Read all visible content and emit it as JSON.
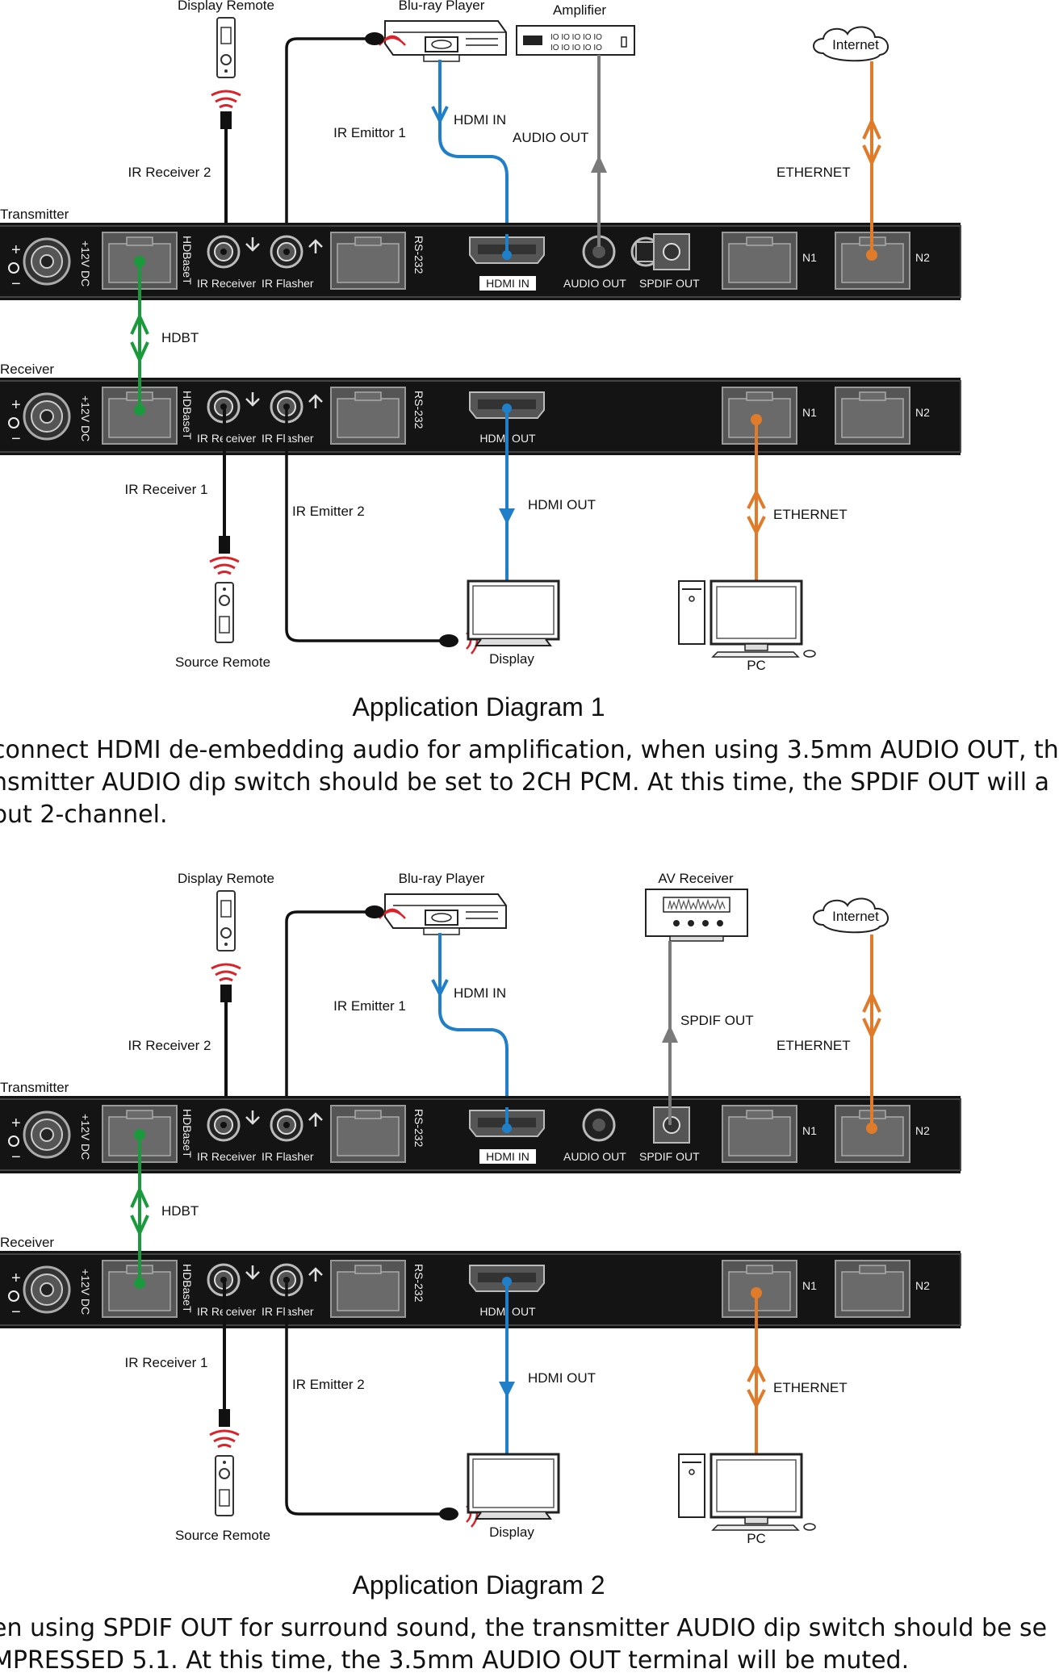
{
  "diagram1": {
    "labels": {
      "display_remote": "Display Remote",
      "bluray": "Blu-ray Player",
      "amplifier": "Amplifier",
      "internet": "Internet",
      "ir_emitter1": "IR Emittor 1",
      "hdmi_in": "HDMI IN",
      "audio_out": "AUDIO OUT",
      "ir_receiver2": "IR Receiver 2",
      "ethernet_top": "ETHERNET",
      "transmitter": "Transmitter",
      "hdbt": "HDBT",
      "receiver": "Receiver",
      "ir_receiver1": "IR Receiver 1",
      "ir_emitter2": "IR Emitter 2",
      "hdmi_out": "HDMI OUT",
      "ethernet_bottom": "ETHERNET",
      "source_remote": "Source Remote",
      "display": "Display",
      "pc": "PC"
    },
    "caption": "Application Diagram 1"
  },
  "panel": {
    "dc": "+12V DC",
    "hdbaset": "HDBaseT",
    "ir_receiver": "IR Receiver",
    "ir_flasher": "IR Flasher",
    "rs232": "RS-232",
    "hdmi_in": "HDMI IN",
    "hdmi_out": "HDMI OUT",
    "audio_out": "AUDIO OUT",
    "spdif_out": "SPDIF OUT",
    "n1": "N1",
    "n2": "N2"
  },
  "paragraph1": {
    "line1": "connect HDMI de-embedding audio for amplification, when using 3.5mm AUDIO OUT, th",
    "line2": "nsmitter AUDIO dip switch should be set to 2CH PCM. At this time, the SPDIF OUT will a",
    "line3": "put 2-channel."
  },
  "diagram2": {
    "labels": {
      "display_remote": "Display Remote",
      "bluray": "Blu-ray Player",
      "av_receiver": "AV Receiver",
      "internet": "Internet",
      "ir_emitter1": "IR Emitter 1",
      "hdmi_in": "HDMI IN",
      "spdif_out": "SPDIF OUT",
      "ir_receiver2": "IR Receiver 2",
      "ethernet_top": "ETHERNET",
      "transmitter": "Transmitter",
      "hdbt": "HDBT",
      "receiver": "Receiver",
      "ir_receiver1": "IR Receiver 1",
      "ir_emitter2": "IR Emitter 2",
      "hdmi_out": "HDMI OUT",
      "ethernet_bottom": "ETHERNET",
      "source_remote": "Source Remote",
      "display": "Display",
      "pc": "PC"
    },
    "caption": "Application Diagram 2"
  },
  "paragraph2": {
    "line1": "en using SPDIF OUT for surround sound, the transmitter AUDIO dip switch should be se",
    "line2": "MPRESSED 5.1. At this time, the 3.5mm AUDIO OUT terminal will be muted."
  },
  "colors": {
    "hdbt": "#1a9a3c",
    "hdmi": "#1f7fc9",
    "ethernet": "#e07b2a",
    "audio": "#7a7a7a",
    "panel": "#141414",
    "ir_wave": "#d8232a"
  },
  "icons": [
    "remote-icon",
    "bluray-player-icon",
    "amplifier-icon",
    "av-receiver-icon",
    "cloud-icon",
    "tv-icon",
    "pc-icon",
    "ir-wave-icon",
    "rj45-port-icon",
    "hdmi-port-icon",
    "power-jack-icon"
  ]
}
